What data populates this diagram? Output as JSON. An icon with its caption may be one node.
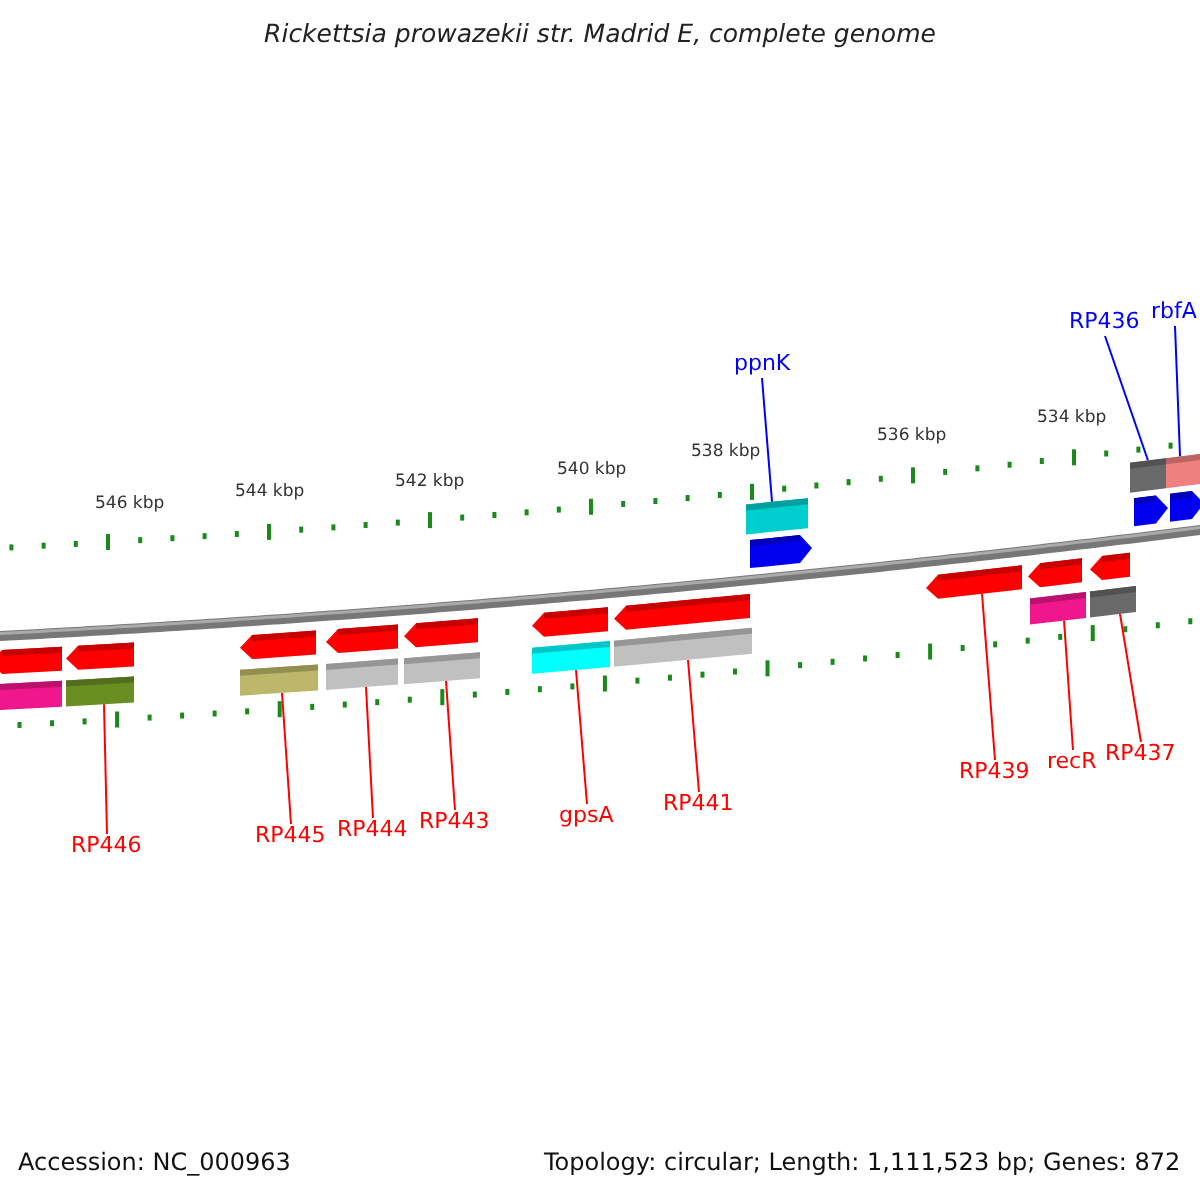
{
  "diagram": {
    "title": "Rickettsia prowazekii str. Madrid E, complete genome",
    "nodes": [
      {
        "text": [
          "ppnK"
        ]
      },
      {
        "text": [
          "RP436"
        ]
      },
      {
        "text": [
          "rbfA"
        ]
      },
      {
        "text": [
          "RP446"
        ]
      },
      {
        "text": [
          "RP445"
        ]
      },
      {
        "text": [
          "RP444"
        ]
      },
      {
        "text": [
          "RP443"
        ]
      },
      {
        "text": [
          "gpsA"
        ]
      },
      {
        "text": [
          "RP441"
        ]
      },
      {
        "text": [
          "RP439"
        ]
      },
      {
        "text": [
          "recR"
        ]
      },
      {
        "text": [
          "RP437"
        ]
      },
      {
        "text": [],
        "shape": "box"
      },
      {
        "text": [],
        "shape": "box"
      },
      {
        "text": [],
        "shape": "box"
      },
      {
        "text": [],
        "shape": "box"
      },
      {
        "text": [],
        "shape": "box"
      },
      {
        "text": [],
        "shape": "box"
      },
      {
        "text": [],
        "shape": "box"
      },
      {
        "text": [],
        "shape": "arrow"
      },
      {
        "text": [],
        "shape": "box"
      },
      {
        "text": [],
        "shape": "box"
      },
      {
        "text": [],
        "shape": "box"
      },
      {
        "text": [],
        "shape": "box"
      }
    ],
    "edges": [
      {
        "from": 3,
        "to": 12,
        "arrow": "none"
      },
      {
        "from": 4,
        "to": 13,
        "arrow": "none"
      },
      {
        "from": 5,
        "to": 14,
        "arrow": "none"
      },
      {
        "from": 6,
        "to": 15,
        "arrow": "none"
      },
      {
        "from": 7,
        "to": 16,
        "arrow": "none"
      },
      {
        "from": 8,
        "to": 17,
        "arrow": "none"
      },
      {
        "from": 0,
        "to": 18,
        "arrow": "none",
        "color": "#0000ff"
      },
      {
        "from": 9,
        "to": 19,
        "arrow": "none"
      },
      {
        "from": 10,
        "to": 20,
        "arrow": "none"
      },
      {
        "from": 11,
        "to": 21,
        "arrow": "none"
      },
      {
        "from": 1,
        "to": 22,
        "arrow": "none",
        "color": "#0000ff"
      },
      {
        "from": 2,
        "to": 23,
        "arrow": "none",
        "color": "#0000ff"
      }
    ],
    "labels": [
      "546 kbp",
      "544 kbp",
      "542 kbp",
      "540 kbp",
      "538 kbp",
      "536 kbp",
      "534 kbp",
      "Accession: NC_000963",
      "Topology: circular; Length: 1,111,523 bp; Genes: 872"
    ]
  }
}
